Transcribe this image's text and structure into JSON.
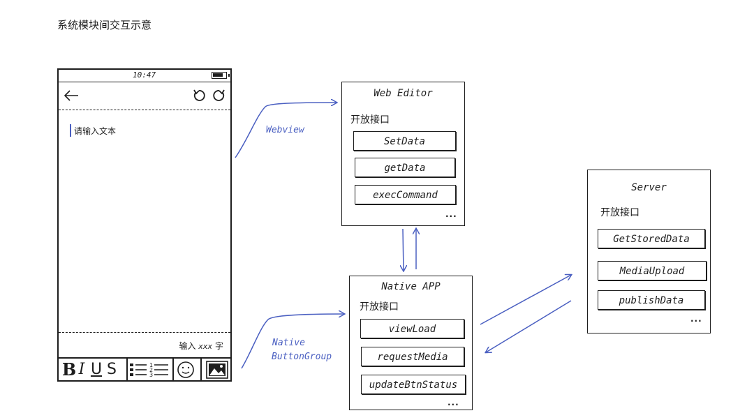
{
  "title": "系统模块间交互示意",
  "phone": {
    "time": "10:47",
    "back_icon": "arrow-left-icon",
    "undo_icon": "undo-icon",
    "redo_icon": "redo-icon",
    "placeholder": "请输入文本",
    "count_prefix": "输入",
    "count_value": "xxx",
    "count_suffix": "字",
    "toolbar": [
      {
        "label": "B",
        "name": "bold-button"
      },
      {
        "label": "I",
        "name": "italic-button"
      },
      {
        "label": "U",
        "name": "underline-button"
      },
      {
        "label": "S",
        "name": "strikethrough-button"
      }
    ],
    "toolbar_icons": [
      "bullet-list-icon",
      "numbered-list-icon",
      "emoji-icon",
      "image-icon"
    ]
  },
  "edges": {
    "webview": "Webview",
    "native_line1": "Native",
    "native_line2": "ButtonGroup"
  },
  "web_editor": {
    "title": "Web Editor",
    "api_label": "开放接口",
    "methods": [
      "SetData",
      "getData",
      "execCommand"
    ],
    "more": "..."
  },
  "native_app": {
    "title": "Native APP",
    "api_label": "开放接口",
    "methods": [
      "viewLoad",
      "requestMedia",
      "updateBtnStatus"
    ],
    "more": "..."
  },
  "server": {
    "title": "Server",
    "api_label": "开放接口",
    "methods": [
      "GetStoredData",
      "MediaUpload",
      "publishData"
    ],
    "more": "..."
  },
  "colors": {
    "accent": "#4a5fc1",
    "ink": "#1e1e1e"
  }
}
